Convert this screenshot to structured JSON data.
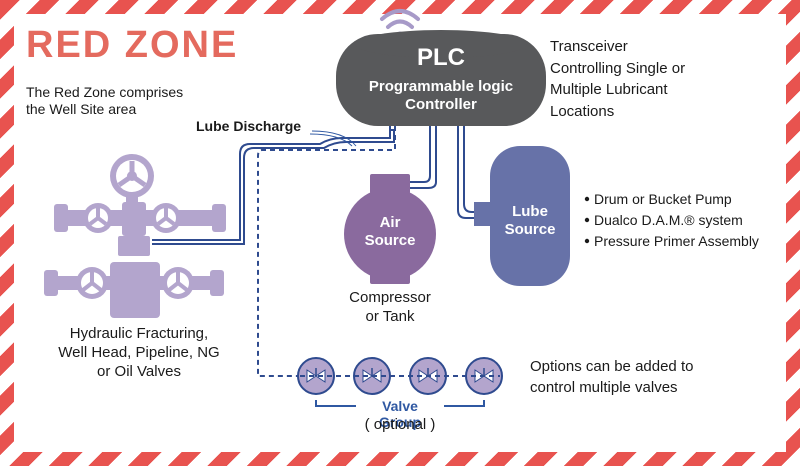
{
  "zone": {
    "title": "RED ZONE",
    "subtitle": "The Red Zone comprises\nthe Well Site area"
  },
  "plc": {
    "title": "PLC",
    "subtitle": "Programmable logic\nController"
  },
  "transceiver": "Transceiver\nControlling Single or\nMultiple Lubricant\nLocations",
  "lube_discharge": "Lube Discharge",
  "air_source": {
    "label": "Air\nSource",
    "caption": "Compressor\nor Tank"
  },
  "lube_source": {
    "label": "Lube\nSource",
    "bullets": [
      "Drum or Bucket  Pump",
      "Dualco D.A.M.® system",
      "Pressure Primer Assembly"
    ]
  },
  "wellhead_caption": "Hydraulic Fracturing,\nWell Head, Pipeline, NG\nor Oil Valves",
  "options_text": "Options can be added to\ncontrol multiple valves",
  "valve_group": {
    "label": "Valve Group",
    "optional": "( optional )",
    "count": 4
  },
  "colors": {
    "stripe_red": "#e8534f",
    "plc_fill": "#58595b",
    "air_fill": "#8a6a9e",
    "lube_fill": "#6772a8",
    "valve_fill": "#b3a5cd",
    "line_blue": "#2f4b8f",
    "bracket_blue": "#2f58a2"
  },
  "icons": [
    "wifi-icon",
    "valve-icon",
    "handwheel-icon",
    "bullet-icon"
  ]
}
